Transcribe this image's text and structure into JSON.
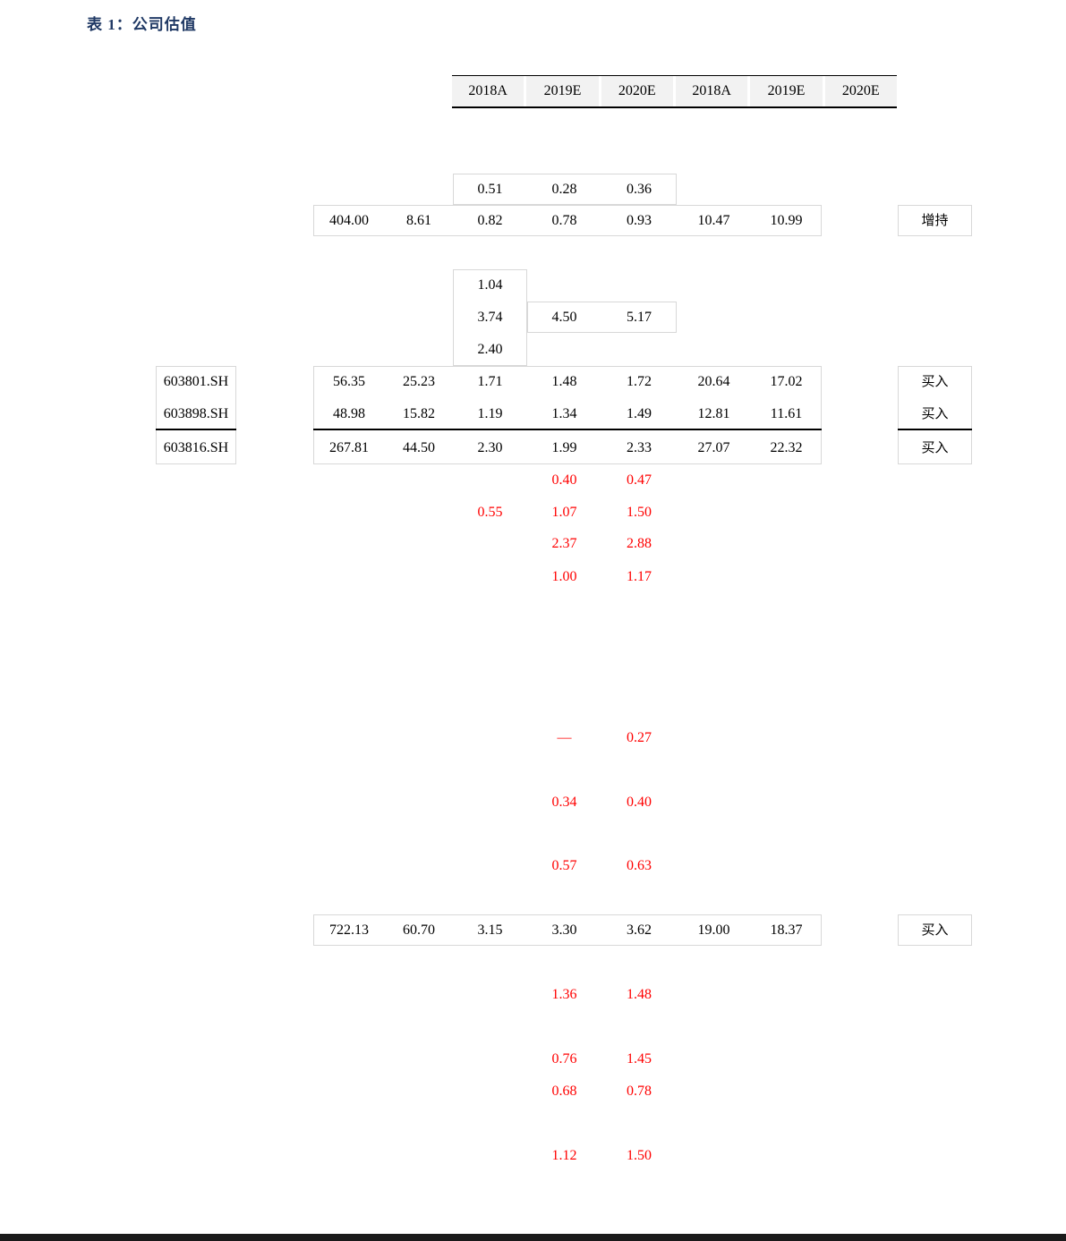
{
  "page": {
    "title": "表 1：公司估值",
    "title_color": "#1f3864",
    "background": "#ffffff"
  },
  "colors": {
    "red_value": "#ff0000",
    "black_value": "#000000",
    "header_fill": "#f2f2f2",
    "bottom_bar": "#1a1a1a"
  },
  "header": {
    "years": [
      "2018A",
      "2019E",
      "2020E",
      "2018A",
      "2019E",
      "2020E"
    ]
  },
  "ratings": {
    "overweight": "增持",
    "buy": "买入"
  },
  "table": {
    "rows": [
      {
        "id": "r194",
        "cells": [
          {
            "col": "y18a",
            "text": "0.51"
          },
          {
            "col": "y19a",
            "text": "0.28"
          },
          {
            "col": "y20a",
            "text": "0.36"
          }
        ]
      },
      {
        "id": "r229",
        "cells": [
          {
            "col": "colA",
            "text": "404.00"
          },
          {
            "col": "colB",
            "text": "8.61"
          },
          {
            "col": "y18a",
            "text": "0.82"
          },
          {
            "col": "y19a",
            "text": "0.78"
          },
          {
            "col": "y20a",
            "text": "0.93"
          },
          {
            "col": "y18b",
            "text": "10.47"
          },
          {
            "col": "y19b",
            "text": "10.99"
          },
          {
            "col": "rating",
            "text": "增持"
          }
        ]
      },
      {
        "id": "r301",
        "cells": [
          {
            "col": "y18a",
            "text": "1.04"
          }
        ]
      },
      {
        "id": "r337",
        "cells": [
          {
            "col": "y18a",
            "text": "3.74"
          },
          {
            "col": "y19a",
            "text": "4.50"
          },
          {
            "col": "y20a",
            "text": "5.17"
          }
        ]
      },
      {
        "id": "r373",
        "cells": [
          {
            "col": "y18a",
            "text": "2.40"
          }
        ]
      },
      {
        "id": "r409",
        "cells": [
          {
            "col": "code",
            "text": "603801.SH"
          },
          {
            "col": "colA",
            "text": "56.35"
          },
          {
            "col": "colB",
            "text": "25.23"
          },
          {
            "col": "y18a",
            "text": "1.71"
          },
          {
            "col": "y19a",
            "text": "1.48"
          },
          {
            "col": "y20a",
            "text": "1.72"
          },
          {
            "col": "y18b",
            "text": "20.64"
          },
          {
            "col": "y19b",
            "text": "17.02"
          },
          {
            "col": "rating",
            "text": "买入"
          }
        ]
      },
      {
        "id": "r445",
        "cells": [
          {
            "col": "code",
            "text": "603898.SH"
          },
          {
            "col": "colA",
            "text": "48.98"
          },
          {
            "col": "colB",
            "text": "15.82"
          },
          {
            "col": "y18a",
            "text": "1.19"
          },
          {
            "col": "y19a",
            "text": "1.34"
          },
          {
            "col": "y20a",
            "text": "1.49"
          },
          {
            "col": "y18b",
            "text": "12.81"
          },
          {
            "col": "y19b",
            "text": "11.61"
          },
          {
            "col": "rating",
            "text": "买入"
          }
        ]
      },
      {
        "id": "r483",
        "cells": [
          {
            "col": "code",
            "text": "603816.SH"
          },
          {
            "col": "colA",
            "text": "267.81"
          },
          {
            "col": "colB",
            "text": "44.50"
          },
          {
            "col": "y18a",
            "text": "2.30"
          },
          {
            "col": "y19a",
            "text": "1.99"
          },
          {
            "col": "y20a",
            "text": "2.33"
          },
          {
            "col": "y18b",
            "text": "27.07"
          },
          {
            "col": "y19b",
            "text": "22.32"
          },
          {
            "col": "rating",
            "text": "买入"
          }
        ]
      },
      {
        "id": "r519",
        "cells": [
          {
            "col": "y19a",
            "text": "0.40",
            "red": true
          },
          {
            "col": "y20a",
            "text": "0.47",
            "red": true
          }
        ]
      },
      {
        "id": "r555",
        "cells": [
          {
            "col": "y18a",
            "text": "0.55",
            "red": true
          },
          {
            "col": "y19a",
            "text": "1.07",
            "red": true
          },
          {
            "col": "y20a",
            "text": "1.50",
            "red": true
          }
        ]
      },
      {
        "id": "r590",
        "cells": [
          {
            "col": "y19a",
            "text": "2.37",
            "red": true
          },
          {
            "col": "y20a",
            "text": "2.88",
            "red": true
          }
        ]
      },
      {
        "id": "r627",
        "cells": [
          {
            "col": "y19a",
            "text": "1.00",
            "red": true
          },
          {
            "col": "y20a",
            "text": "1.17",
            "red": true
          }
        ]
      },
      {
        "id": "r807",
        "cells": [
          {
            "col": "y19a",
            "text": "—",
            "red": true
          },
          {
            "col": "y20a",
            "text": "0.27",
            "red": true
          }
        ]
      },
      {
        "id": "r879",
        "cells": [
          {
            "col": "y19a",
            "text": "0.34",
            "red": true
          },
          {
            "col": "y20a",
            "text": "0.40",
            "red": true
          }
        ]
      },
      {
        "id": "r950",
        "cells": [
          {
            "col": "y19a",
            "text": "0.57",
            "red": true
          },
          {
            "col": "y20a",
            "text": "0.63",
            "red": true
          }
        ]
      },
      {
        "id": "r1022",
        "cells": [
          {
            "col": "colA",
            "text": "722.13"
          },
          {
            "col": "colB",
            "text": "60.70"
          },
          {
            "col": "y18a",
            "text": "3.15"
          },
          {
            "col": "y19a",
            "text": "3.30"
          },
          {
            "col": "y20a",
            "text": "3.62"
          },
          {
            "col": "y18b",
            "text": "19.00"
          },
          {
            "col": "y19b",
            "text": "18.37"
          },
          {
            "col": "rating",
            "text": "买入"
          }
        ]
      },
      {
        "id": "r1094",
        "cells": [
          {
            "col": "y19a",
            "text": "1.36",
            "red": true
          },
          {
            "col": "y20a",
            "text": "1.48",
            "red": true
          }
        ]
      },
      {
        "id": "r1166",
        "cells": [
          {
            "col": "y19a",
            "text": "0.76",
            "red": true
          },
          {
            "col": "y20a",
            "text": "1.45",
            "red": true
          }
        ]
      },
      {
        "id": "r1202",
        "cells": [
          {
            "col": "y19a",
            "text": "0.68",
            "red": true
          },
          {
            "col": "y20a",
            "text": "0.78",
            "red": true
          }
        ]
      },
      {
        "id": "r1274",
        "cells": [
          {
            "col": "y19a",
            "text": "1.12",
            "red": true
          },
          {
            "col": "y20a",
            "text": "1.50",
            "red": true
          }
        ]
      }
    ]
  }
}
